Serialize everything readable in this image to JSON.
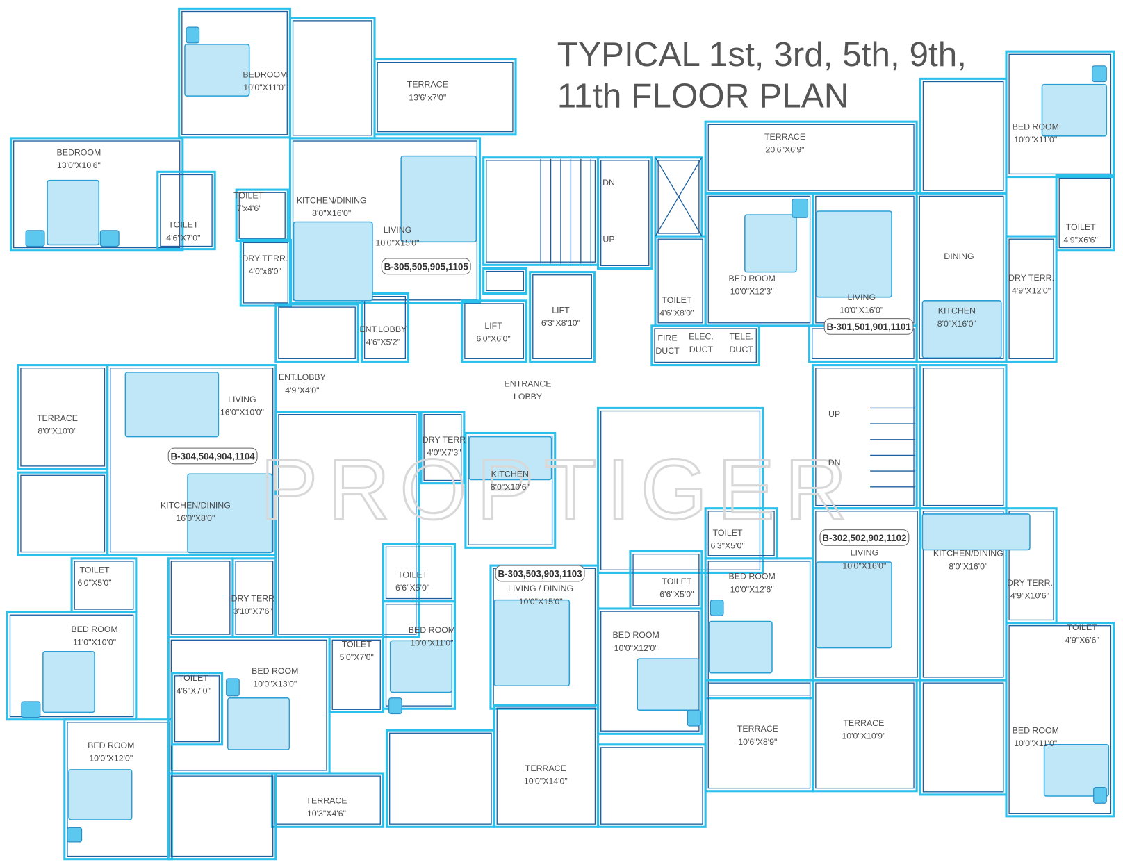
{
  "title": {
    "line1": "TYPICAL 1st, 3rd, 5th, 9th,",
    "line2": "11th FLOOR PLAN"
  },
  "watermark": "PROPTIGER",
  "colors": {
    "wall": "#2bc0ec",
    "inner_wall": "#1d5f9e",
    "fixture": "#5cc8f0",
    "text": "#4a4a4a"
  },
  "core": {
    "stair_top_dn": "DN",
    "stair_top_up": "UP",
    "stair_bottom_up": "UP",
    "stair_bottom_dn": "DN",
    "lift1": {
      "name": "LIFT",
      "dim": "6'0\"X6'0\""
    },
    "lift2": {
      "name": "LIFT",
      "dim": "6'3\"X8'10\""
    },
    "entrance_lobby": {
      "line1": "ENTRANCE",
      "line2": "LOBBY"
    },
    "fire_duct": {
      "line1": "FIRE",
      "line2": "DUCT"
    },
    "elec_duct": {
      "line1": "ELEC.",
      "line2": "DUCT"
    },
    "tele_duct": {
      "line1": "TELE.",
      "line2": "DUCT"
    }
  },
  "units": {
    "b305": {
      "tag": "B-305,505,905,1105",
      "rooms": [
        {
          "name": "BEDROOM",
          "dim": "10'0\"X11'0\""
        },
        {
          "name": "BEDROOM",
          "dim": "13'0\"X10'6\""
        },
        {
          "name": "TERRACE",
          "dim": "13'6\"x7'0\""
        },
        {
          "name": "TOILET",
          "dim": "4'6\"X7'0\""
        },
        {
          "name": "TOILET",
          "dim": "7'x4'6'"
        },
        {
          "name": "KITCHEN/DINING",
          "dim": "8'0\"X16'0\""
        },
        {
          "name": "LIVING",
          "dim": "10'0\"X15'0\""
        },
        {
          "name": "DRY TERR.",
          "dim": "4'0\"x6'0\""
        },
        {
          "name": "ENT.LOBBY",
          "dim": "4'6\"X5'2\""
        }
      ]
    },
    "b301": {
      "tag": "B-301,501,901,1101",
      "rooms": [
        {
          "name": "TERRACE",
          "dim": "20'6\"X6'9\""
        },
        {
          "name": "BED ROOM",
          "dim": "10'0\"X11'0\""
        },
        {
          "name": "BED ROOM",
          "dim": "10'0\"X12'3\""
        },
        {
          "name": "LIVING",
          "dim": "10'0\"X16'0\""
        },
        {
          "name": "DINING",
          "dim": ""
        },
        {
          "name": "TOILET",
          "dim": "4'9\"X6'6\""
        },
        {
          "name": "TOILET",
          "dim": "4'6\"X8'0\""
        },
        {
          "name": "DRY TERR.",
          "dim": "4'9\"X12'0\""
        },
        {
          "name": "KITCHEN",
          "dim": "8'0\"X16'0\""
        }
      ]
    },
    "b304": {
      "tag": "B-304,504,904,1104",
      "rooms": [
        {
          "name": "TERRACE",
          "dim": "8'0\"X10'0\""
        },
        {
          "name": "LIVING",
          "dim": "16'0\"X10'0\""
        },
        {
          "name": "KITCHEN/DINING",
          "dim": "16'0\"X8'0\""
        },
        {
          "name": "TOILET",
          "dim": "6'0\"X5'0\""
        },
        {
          "name": "DRY TERR",
          "dim": "3'10\"X7'6\""
        },
        {
          "name": "BED ROOM",
          "dim": "11'0\"X10'0\""
        },
        {
          "name": "BED ROOM",
          "dim": "10'0\"X12'0\""
        },
        {
          "name": "TOILET",
          "dim": "4'6\"X7'0\""
        },
        {
          "name": "BED ROOM",
          "dim": "10'0\"X13'0\""
        },
        {
          "name": "TOILET",
          "dim": "5'0\"X7'0\""
        },
        {
          "name": "TERRACE",
          "dim": "10'3\"X4'6\""
        },
        {
          "name": "ENT.LOBBY",
          "dim": "4'9\"X4'0\""
        }
      ]
    },
    "b303": {
      "tag": "B-303,503,903,1103",
      "rooms": [
        {
          "name": "DRY TERR",
          "dim": "4'0\"X7'3\""
        },
        {
          "name": "KITCHEN",
          "dim": "8'0\"X10'6\""
        },
        {
          "name": "TOILET",
          "dim": "6'6\"X5'0\""
        },
        {
          "name": "LIVING / DINING",
          "dim": "10'0\"X15'0\""
        },
        {
          "name": "BED ROOM",
          "dim": "10'0\"X11'0\""
        },
        {
          "name": "TERRACE",
          "dim": "10'0\"X14'0\""
        },
        {
          "name": "TOILET",
          "dim": "6'6\"X5'0\""
        },
        {
          "name": "BED ROOM",
          "dim": "10'0\"X12'0\""
        }
      ]
    },
    "b302": {
      "tag": "B-302,502,902,1102",
      "rooms": [
        {
          "name": "TOILET",
          "dim": "6'3\"X5'0\""
        },
        {
          "name": "LIVING",
          "dim": "10'0\"X16'0\""
        },
        {
          "name": "BED ROOM",
          "dim": "10'0\"X12'6\""
        },
        {
          "name": "KITCHEN/DINING",
          "dim": "8'0\"X16'0\""
        },
        {
          "name": "DRY TERR.",
          "dim": "4'9\"X10'6\""
        },
        {
          "name": "TOILET",
          "dim": "4'9\"X6'6\""
        },
        {
          "name": "TERRACE",
          "dim": "10'6\"X8'9\""
        },
        {
          "name": "TERRACE",
          "dim": "10'0\"X10'9\""
        },
        {
          "name": "BED ROOM",
          "dim": "10'0\"X11'0\""
        }
      ]
    }
  }
}
